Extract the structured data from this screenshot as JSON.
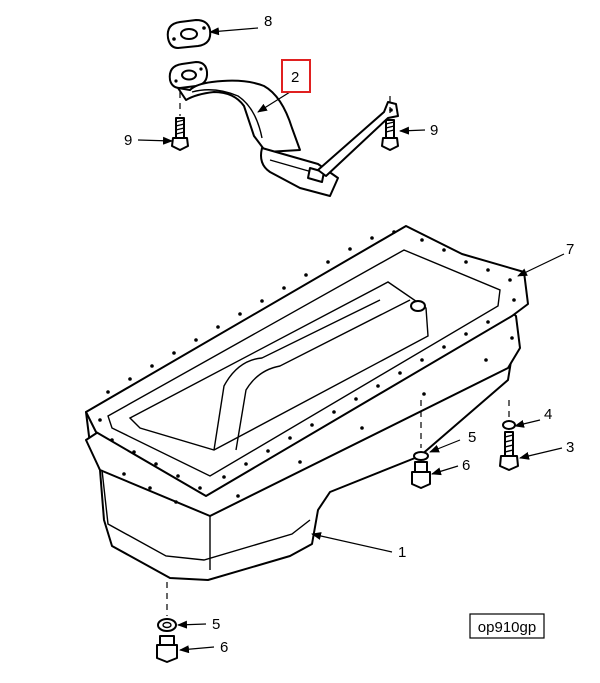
{
  "diagram": {
    "callouts": [
      {
        "id": "c8",
        "label": "8",
        "part": "gasket"
      },
      {
        "id": "c2",
        "label": "2",
        "part": "oil-pickup-tube",
        "highlighted": true
      },
      {
        "id": "c9a",
        "label": "9",
        "part": "capscrew"
      },
      {
        "id": "c9b",
        "label": "9",
        "part": "capscrew"
      },
      {
        "id": "c7",
        "label": "7",
        "part": "oil-pan-gasket"
      },
      {
        "id": "c4",
        "label": "4",
        "part": "washer"
      },
      {
        "id": "c3",
        "label": "3",
        "part": "capscrew"
      },
      {
        "id": "c5a",
        "label": "5",
        "part": "sealing-washer"
      },
      {
        "id": "c6a",
        "label": "6",
        "part": "drain-plug"
      },
      {
        "id": "c1",
        "label": "1",
        "part": "oil-pan"
      },
      {
        "id": "c5b",
        "label": "5",
        "part": "sealing-washer"
      },
      {
        "id": "c6b",
        "label": "6",
        "part": "drain-plug"
      }
    ],
    "reference_code": "op910gp",
    "colors": {
      "line": "#000000",
      "highlight": "#e02020",
      "background": "#ffffff"
    }
  }
}
